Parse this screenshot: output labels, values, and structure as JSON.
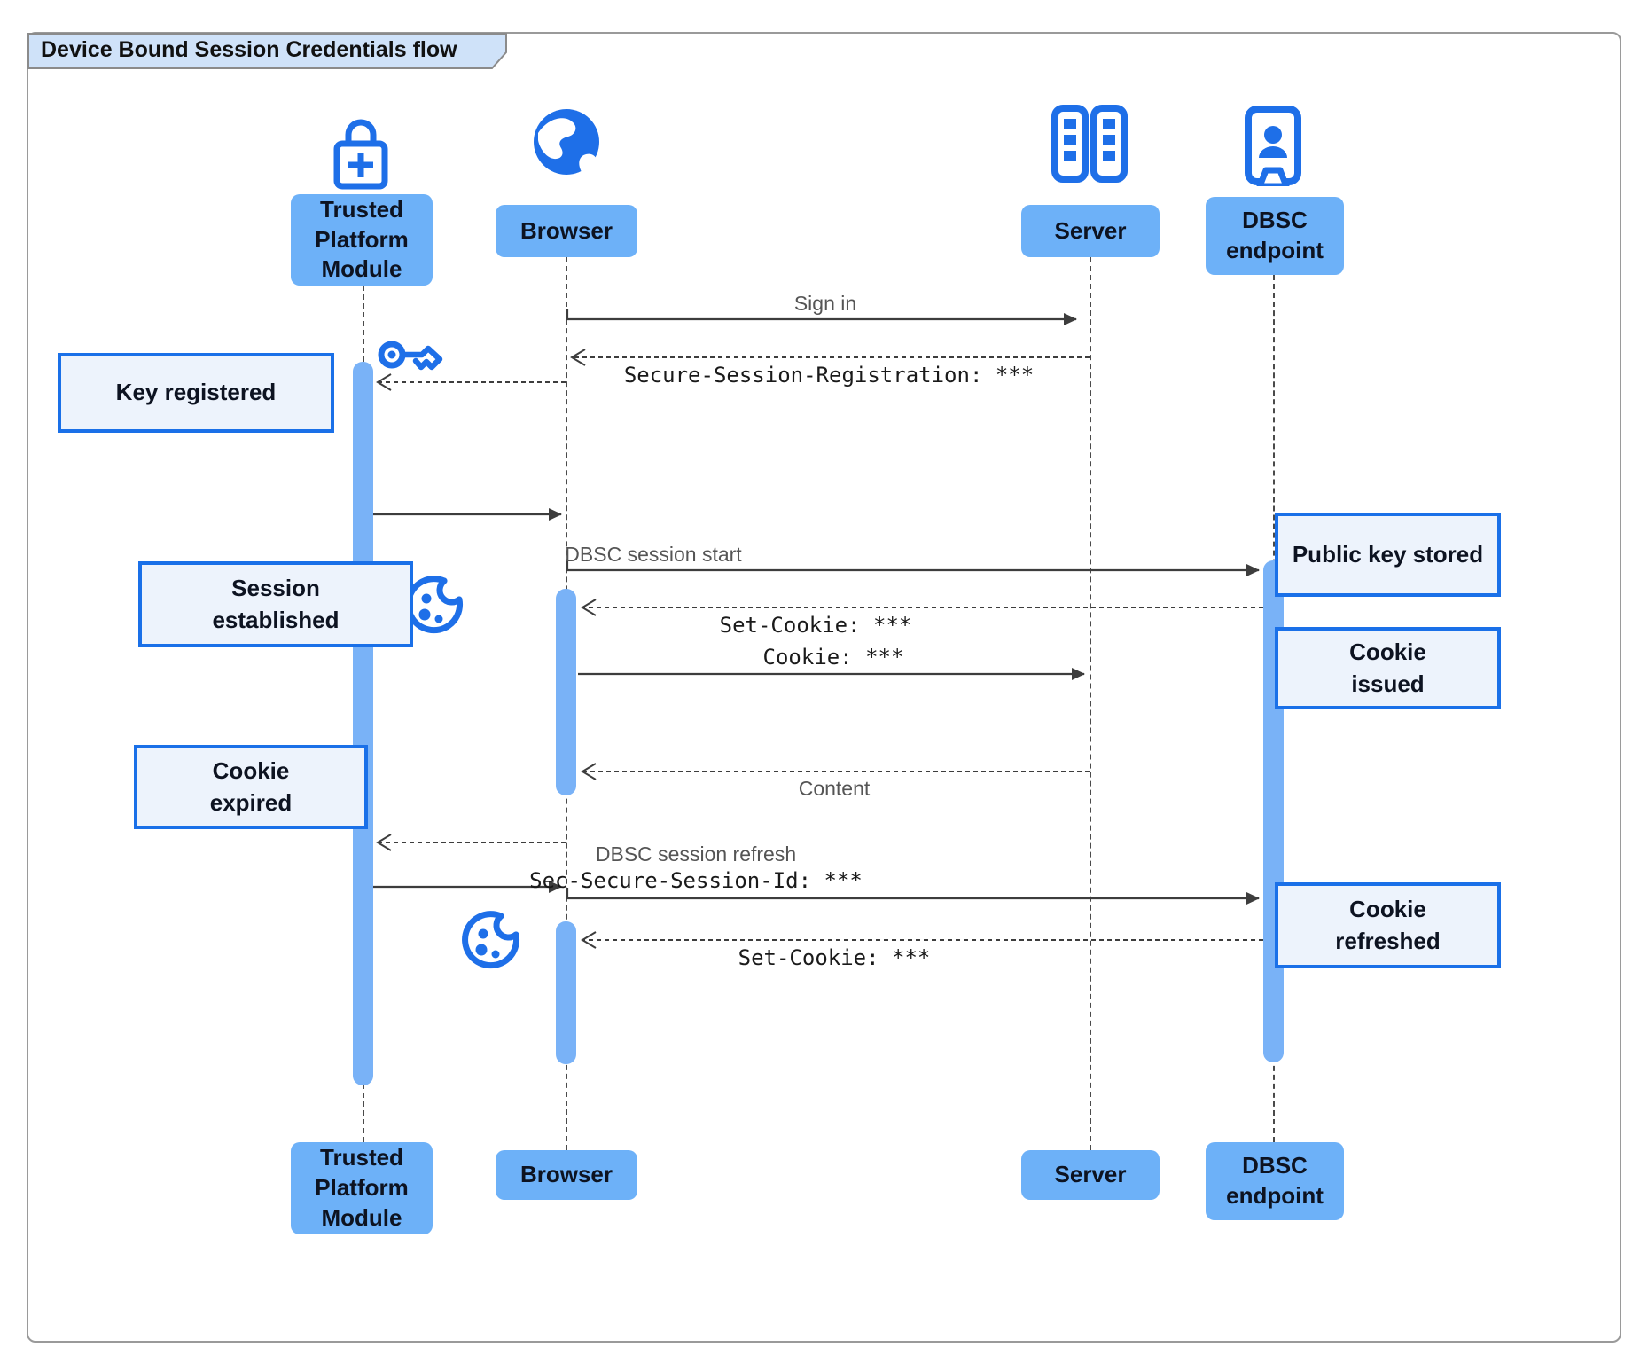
{
  "diagram": {
    "title": "Device Bound Session Credentials flow"
  },
  "actors": {
    "tpm": {
      "top_label": "Trusted\nPlatform\nModule",
      "bottom_label": "Trusted\nPlatform\nModule",
      "icon": "lock-plus-icon"
    },
    "browser": {
      "top_label": "Browser",
      "bottom_label": "Browser",
      "icon": "globe-icon"
    },
    "server": {
      "top_label": "Server",
      "bottom_label": "Server",
      "icon": "server-racks-icon"
    },
    "dbsc": {
      "top_label": "DBSC\nendpoint",
      "bottom_label": "DBSC\nendpoint",
      "icon": "badge-person-icon"
    }
  },
  "messages": {
    "sign_in": {
      "label": "Sign in",
      "from": "Browser",
      "to": "Server",
      "style": "solid"
    },
    "secure_session_registration": {
      "label": "Secure-Session-Registration: ***",
      "from": "Server",
      "to": "Browser",
      "style": "dashed"
    },
    "key_registration_request": {
      "label": "",
      "from": "Browser",
      "to": "Trusted Platform Module",
      "style": "dashed"
    },
    "key_registration_reply": {
      "label": "",
      "from": "Trusted Platform Module",
      "to": "Browser",
      "style": "solid"
    },
    "dbsc_session_start": {
      "label": "DBSC session start",
      "from": "Browser",
      "to": "DBSC endpoint",
      "style": "solid"
    },
    "set_cookie_1": {
      "label": "Set-Cookie: ***",
      "from": "DBSC endpoint",
      "to": "Browser",
      "style": "dashed"
    },
    "cookie": {
      "label": "Cookie: ***",
      "from": "Browser",
      "to": "Server",
      "style": "solid"
    },
    "content": {
      "label": "Content",
      "from": "Server",
      "to": "Browser",
      "style": "dashed"
    },
    "refresh_key_request": {
      "label": "",
      "from": "Browser",
      "to": "Trusted Platform Module",
      "style": "dashed"
    },
    "refresh_key_reply": {
      "label": "",
      "from": "Trusted Platform Module",
      "to": "Browser",
      "style": "solid"
    },
    "dbsc_session_refresh": {
      "label": "DBSC session refresh",
      "label2": "Sec-Secure-Session-Id: ***",
      "from": "Browser",
      "to": "DBSC endpoint",
      "style": "solid"
    },
    "set_cookie_2": {
      "label": "Set-Cookie: ***",
      "from": "DBSC endpoint",
      "to": "Browser",
      "style": "dashed"
    }
  },
  "notes": {
    "key_registered": "Key registered",
    "session_established": "Session\nestablished",
    "cookie_expired": "Cookie\nexpired",
    "public_key_stored": "Public key stored",
    "cookie_issued": "Cookie\nissued",
    "cookie_refreshed": "Cookie\nrefreshed"
  },
  "decorations": {
    "key_icon": "key-icon",
    "cookie_icon_1": "cookie-icon",
    "cookie_icon_2": "cookie-icon"
  },
  "colors": {
    "accent_blue": "#1e6fe8",
    "actor_fill": "#6db1f8",
    "activation_fill": "#79b2f7",
    "note_fill": "#edf3fc",
    "note_border": "#1a70e8",
    "title_fill": "#cfe2f9",
    "arrow": "#3d3d3d",
    "frame_border": "#9a9a9a",
    "label_gray": "#555555"
  }
}
